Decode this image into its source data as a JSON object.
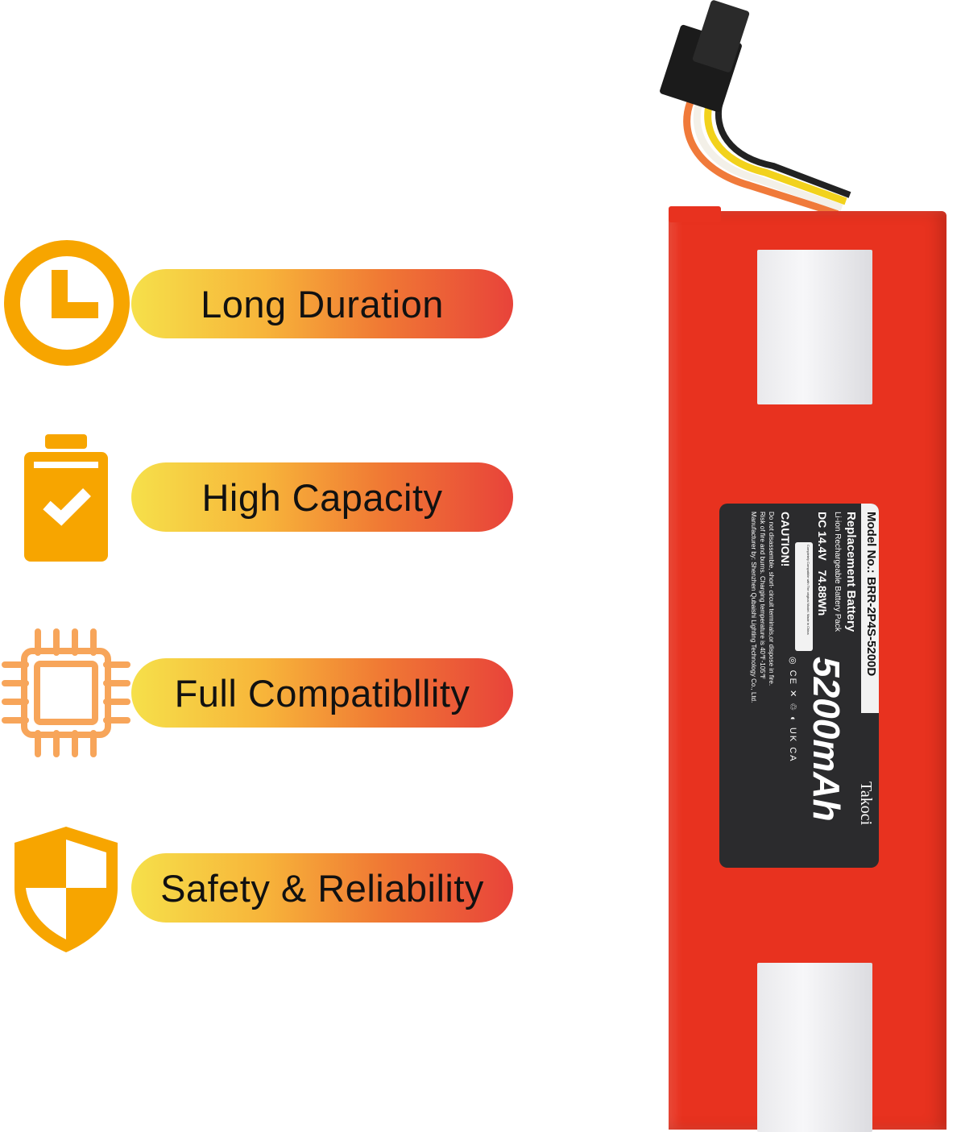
{
  "features": [
    {
      "label": "Long Duration",
      "icon": "clock-icon"
    },
    {
      "label": "High Capacity",
      "icon": "battery-check-icon"
    },
    {
      "label": "Full Compatibllity",
      "icon": "chip-icon"
    },
    {
      "label": "Safety & Reliability",
      "icon": "shield-icon"
    }
  ],
  "colors": {
    "icon": "#f7a500",
    "pill_start": "#f6e04a",
    "pill_end": "#e8433a",
    "battery": "#e8321f",
    "label": "#2b2b2d"
  },
  "label": {
    "model": "Model No.: BRR-2P4S-5200D",
    "title": "Replacement Battery",
    "subtitle": "Li-ion Rechargeable Battery Pack",
    "specs": "DC 14.4V   74.88Wh",
    "compat": "Completely Compatible with The original Model. Made in China",
    "caution": "CAUTION!",
    "caution_lines": [
      "Do not disassemble, short- circuit terminals,or dispose in fire.",
      "Risk of fire and burns. Charging temperature is 40℉-105℉",
      "Manufacturer by: Shenzhen Qubaishi Lighting Technology Co., Ltd."
    ],
    "capacity": "5200mAh",
    "brand": "Takoci",
    "cert": "UK CA"
  }
}
